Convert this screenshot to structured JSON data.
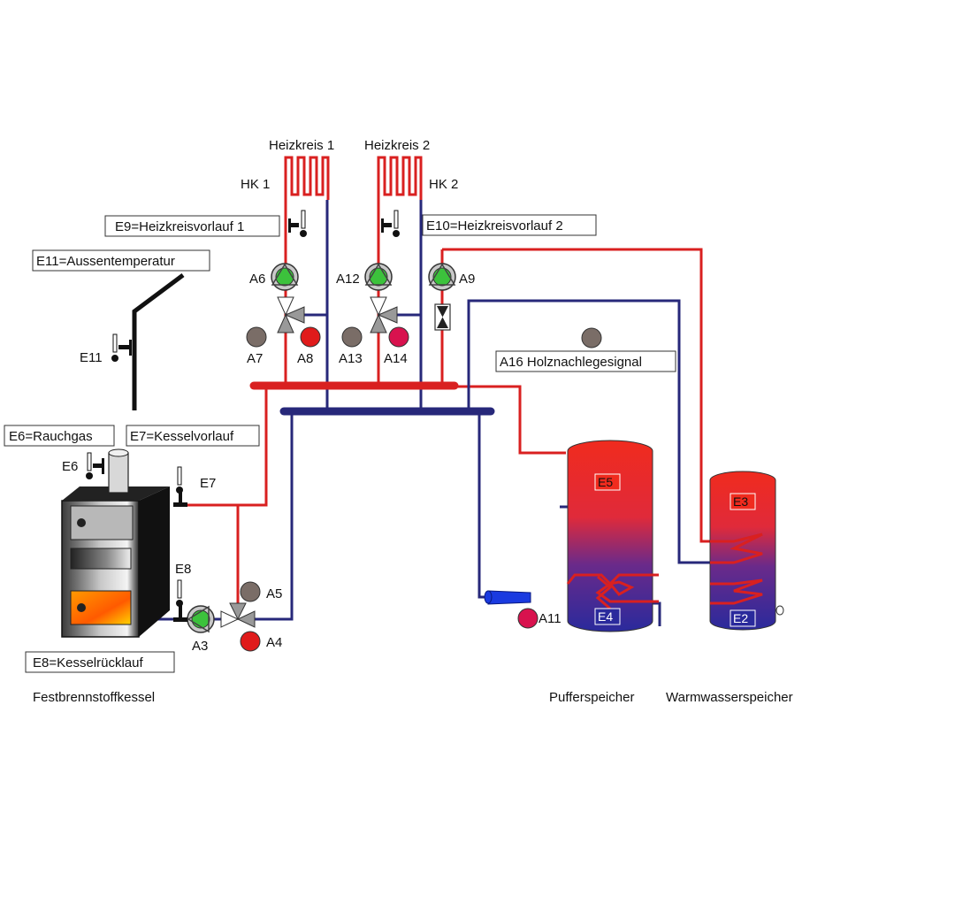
{
  "colors": {
    "flow": "#d92020",
    "return": "#27287a",
    "pump_green": "#3cc23c",
    "grey_lamp": "#7a6d67",
    "red_lamp": "#e01b1b",
    "pink_lamp": "#d8124e",
    "boiler_body": "#1a1a1a",
    "tank_top": "#f02b1e",
    "tank_bottom": "#2a2a9c"
  },
  "labels": {
    "heizkreis1": "Heizkreis 1",
    "heizkreis2": "Heizkreis 2",
    "hk1": "HK 1",
    "hk2": "HK 2",
    "e9": "E9=Heizkreisvorlauf 1",
    "e10": "E10=Heizkreisvorlauf 2",
    "e11_box": "E11=Aussentemperatur",
    "e11": "E11",
    "a6": "A6",
    "a12": "A12",
    "a9": "A9",
    "a7": "A7",
    "a8": "A8",
    "a13": "A13",
    "a14": "A14",
    "a16": "A16  Holznachlegesignal",
    "e6_box": "E6=Rauchgas",
    "e7_box": "E7=Kesselvorlauf",
    "e6": "E6",
    "e7": "E7",
    "e8": "E8",
    "a5": "A5",
    "a3": "A3",
    "a4": "A4",
    "e8_box": "E8=Kesselrücklauf",
    "a11": "A11",
    "e5": "E5",
    "e4": "E4",
    "e3": "E3",
    "e2": "E2",
    "boiler": "Festbrennstoffkessel",
    "buffer": "Pufferspeicher",
    "dhw": "Warmwasserspeicher"
  }
}
